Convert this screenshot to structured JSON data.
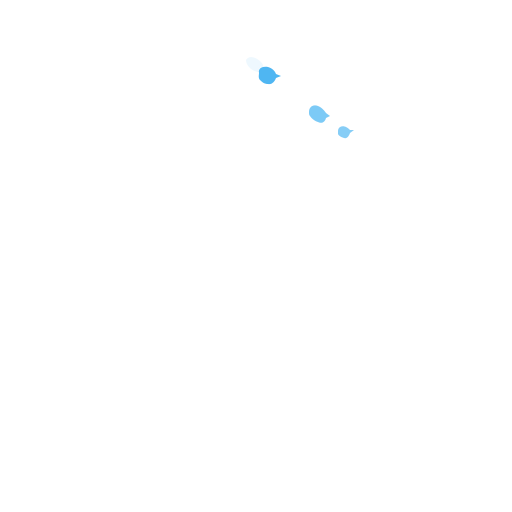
{
  "canvas": {
    "background": "#ffffff"
  },
  "colors": {
    "trail": "#eef8fe",
    "blob_primary": "#4fb6f2",
    "blob_secondary": "#7ccaf6",
    "blob_tertiary": "#86cdf6"
  },
  "shapes": [
    {
      "name": "paint-blob-trail",
      "color_key": "trail",
      "icon": "droplet-trail-icon"
    },
    {
      "name": "paint-blob-large",
      "color_key": "blob_primary",
      "icon": "droplet-icon"
    },
    {
      "name": "paint-blob-medium",
      "color_key": "blob_secondary",
      "icon": "droplet-icon"
    },
    {
      "name": "paint-blob-small",
      "color_key": "blob_tertiary",
      "icon": "droplet-icon"
    }
  ]
}
